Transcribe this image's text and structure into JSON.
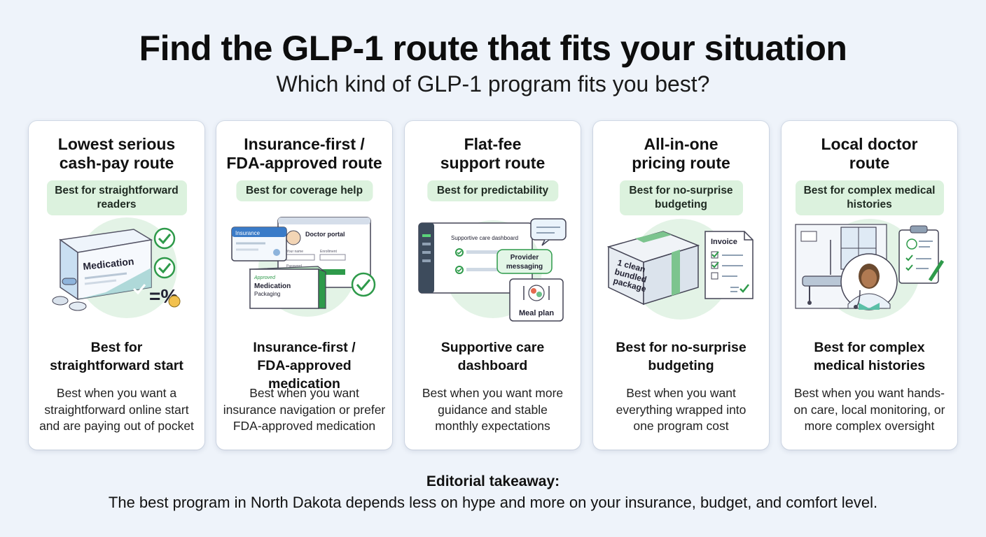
{
  "header": {
    "title": "Find the GLP-1 route that fits your situation",
    "subtitle": "Which kind of GLP-1 program fits you best?"
  },
  "cards": [
    {
      "title_line1": "Lowest serious",
      "title_line2": "cash-pay route",
      "pill_line1": "Best for straightforward",
      "pill_line2": "readers",
      "illustration": {
        "icon": "medication-box-icon",
        "box_label": "Medication",
        "symbols": "=%"
      },
      "heading_line1": "Best for",
      "heading_line2": "straightforward start",
      "desc_line1": "Best when you want a",
      "desc_line2": "straightforward online start",
      "desc_line3": "and are paying out of pocket"
    },
    {
      "title_line1": "Insurance-first /",
      "title_line2": "FDA-approved route",
      "pill_line1": "Best for coverage help",
      "illustration": {
        "icon": "doctor-portal-icon",
        "insurance_label": "Insurance",
        "portal_label": "Doctor portal",
        "field_label_1": "Your name",
        "field_label_2": "Enrollment",
        "field_label_3": "Password",
        "pack_label_1": "Approved",
        "pack_label_2": "Medication",
        "pack_label_3": "Packaging"
      },
      "heading_line1": "Insurance-first /",
      "heading_line2": "FDA-approved medication",
      "desc_line1": "Best when you want",
      "desc_line2": "insurance navigation or prefer",
      "desc_line3": "FDA-approved medication"
    },
    {
      "title_line1": "Flat-fee",
      "title_line2": "support route",
      "pill_line1": "Best for predictability",
      "illustration": {
        "icon": "care-dashboard-icon",
        "dashboard_label": "Supportive care dashboard",
        "bubble_line1": "Provider",
        "bubble_line2": "messaging",
        "meal_label": "Meal plan"
      },
      "heading_line1": "Supportive care",
      "heading_line2": "dashboard",
      "desc_line1": "Best when you want more",
      "desc_line2": "guidance and stable",
      "desc_line3": "monthly expectations"
    },
    {
      "title_line1": "All-in-one",
      "title_line2": "pricing route",
      "pill_line1": "Best for no-surprise",
      "pill_line2": "budgeting",
      "illustration": {
        "icon": "bundled-package-icon",
        "package_line1": "1 clean",
        "package_line2": "bundled",
        "package_line3": "package",
        "invoice_label": "Invoice"
      },
      "heading_line1": "Best for no-surprise",
      "heading_line2": "budgeting",
      "desc_line1": "Best when you want",
      "desc_line2": "everything wrapped into",
      "desc_line3": "one program cost"
    },
    {
      "title_line1": "Local doctor",
      "title_line2": "route",
      "pill_line1": "Best for complex medical",
      "pill_line2": "histories",
      "illustration": {
        "icon": "local-doctor-icon"
      },
      "heading_line1": "Best for complex",
      "heading_line2": "medical histories",
      "desc_line1": "Best when you want hands-",
      "desc_line2": "on care, local monitoring, or",
      "desc_line3": "more complex oversight"
    }
  ],
  "footer": {
    "takeaway_label": "Editorial takeaway:",
    "takeaway_text": "The best program in North Dakota depends less on hype and more on your insurance, budget, and comfort level."
  },
  "colors": {
    "background": "#eef3fa",
    "card": "#ffffff",
    "pill": "#dcf2de",
    "accent_green": "#2e9a4a",
    "accent_blue": "#3a7bc8"
  }
}
